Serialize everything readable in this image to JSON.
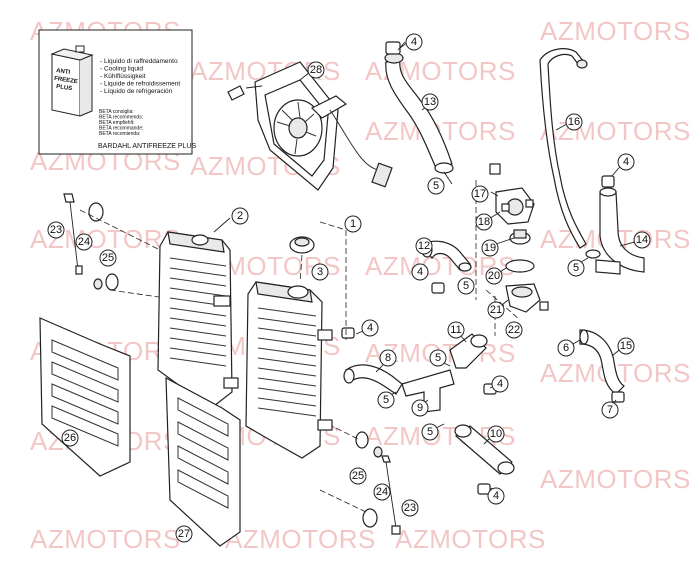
{
  "watermark": "AZMOTORS",
  "colors": {
    "watermark": "#f0b4b4",
    "lines": "#222222",
    "background": "#ffffff"
  },
  "antifreeze_box": {
    "can_label": [
      "ANTI",
      "FREEZE",
      "PLUS"
    ],
    "languages": [
      "- Liquido di raffreddamento",
      "- Cooling liquid",
      "- Kühlflüssigkeit",
      "- Liquide de refroidissement",
      "- Líquido de refrigeración"
    ],
    "recommended": [
      "BETA consiglia:",
      "BETA recommends:",
      "BETA empfiehlt:",
      "BETA recommande:",
      "BETA recomienda:"
    ],
    "product": "BARDAHL ANTIFREEZE PLUS"
  },
  "callouts": [
    "1",
    "2",
    "3",
    "4",
    "4",
    "4",
    "4",
    "4",
    "4",
    "4",
    "5",
    "5",
    "5",
    "5",
    "5",
    "5",
    "5",
    "5",
    "6",
    "7",
    "8",
    "9",
    "10",
    "11",
    "12",
    "13",
    "14",
    "15",
    "16",
    "17",
    "18",
    "19",
    "20",
    "21",
    "22",
    "23",
    "23",
    "24",
    "24",
    "25",
    "25",
    "26",
    "27",
    "28"
  ]
}
